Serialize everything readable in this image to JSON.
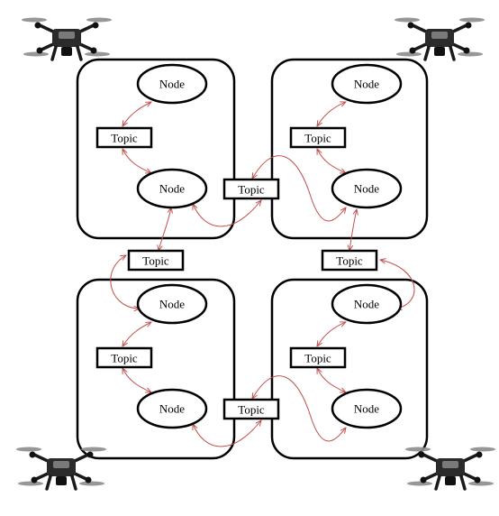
{
  "diagram": {
    "node_label": "Node",
    "topic_label": "Topic",
    "edge_color": "#c0504d",
    "stroke_color": "#000000",
    "groups": [
      {
        "node_top": "Node",
        "topic": "Topic",
        "node_bottom": "Node"
      },
      {
        "node_top": "Node",
        "topic": "Topic",
        "node_bottom": "Node"
      },
      {
        "node_top": "Node",
        "topic": "Topic",
        "node_bottom": "Node"
      },
      {
        "node_top": "Node",
        "topic": "Topic",
        "node_bottom": "Node"
      }
    ],
    "shared_topics": {
      "top_center": "Topic",
      "bottom_center": "Topic",
      "left_middle": "Topic",
      "right_middle": "Topic"
    },
    "drone_icons": [
      "drone-icon",
      "drone-icon",
      "drone-icon",
      "drone-icon"
    ]
  }
}
